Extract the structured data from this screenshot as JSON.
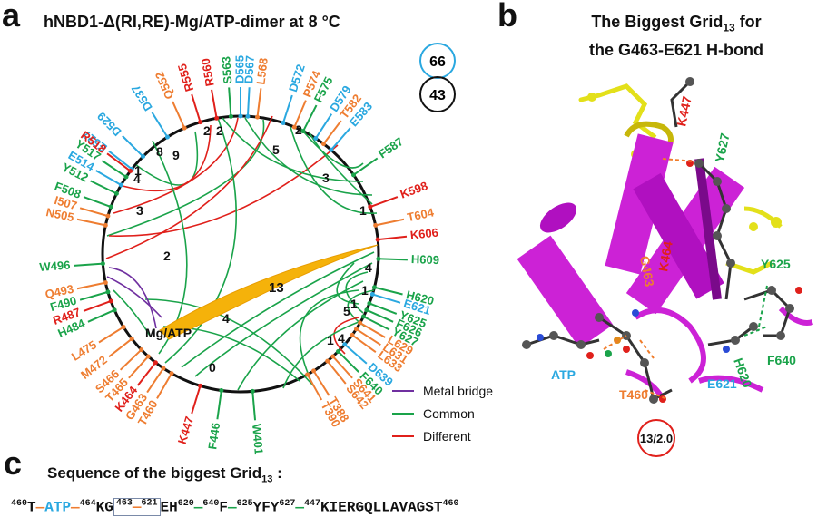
{
  "panel_a": {
    "letter": "a",
    "title": "hNBD1-Δ(RI,RE)-Mg/ATP-dimer at 8 °C",
    "count_top": "66",
    "count_bottom": "43",
    "center_label": "Mg/ATP",
    "legend": [
      {
        "label": "Metal bridge",
        "color": "#7030a0"
      },
      {
        "label": "Common",
        "color": "#1aa34a"
      },
      {
        "label": "Different",
        "color": "#e0201b"
      }
    ],
    "grid_numbers": [
      "2",
      "2",
      "8",
      "9",
      "5",
      "2",
      "3",
      "1",
      "1",
      "4",
      "3",
      "2",
      "13",
      "4",
      "0",
      "1",
      "5",
      "1",
      "4",
      "4",
      "1"
    ],
    "residues": [
      {
        "label": "E527",
        "color": "#2aa8e0"
      },
      {
        "label": "D529",
        "color": "#2aa8e0"
      },
      {
        "label": "D537",
        "color": "#2aa8e0"
      },
      {
        "label": "Q552",
        "color": "#ee7d31"
      },
      {
        "label": "R555",
        "color": "#e0201b"
      },
      {
        "label": "R560",
        "color": "#e0201b"
      },
      {
        "label": "S563",
        "color": "#1aa34a"
      },
      {
        "label": "D565",
        "color": "#2aa8e0"
      },
      {
        "label": "D567",
        "color": "#2aa8e0"
      },
      {
        "label": "L568",
        "color": "#ee7d31"
      },
      {
        "label": "D572",
        "color": "#2aa8e0"
      },
      {
        "label": "P574",
        "color": "#ee7d31"
      },
      {
        "label": "F575",
        "color": "#1aa34a"
      },
      {
        "label": "D579",
        "color": "#2aa8e0"
      },
      {
        "label": "T582",
        "color": "#ee7d31"
      },
      {
        "label": "E583",
        "color": "#2aa8e0"
      },
      {
        "label": "F587",
        "color": "#1aa34a"
      },
      {
        "label": "K598",
        "color": "#e0201b"
      },
      {
        "label": "T604",
        "color": "#ee7d31"
      },
      {
        "label": "K606",
        "color": "#e0201b"
      },
      {
        "label": "H609",
        "color": "#1aa34a"
      },
      {
        "label": "H620",
        "color": "#1aa34a"
      },
      {
        "label": "E621",
        "color": "#2aa8e0"
      },
      {
        "label": "Y625",
        "color": "#1aa34a"
      },
      {
        "label": "F626",
        "color": "#1aa34a"
      },
      {
        "label": "Y627",
        "color": "#1aa34a"
      },
      {
        "label": "L629",
        "color": "#ee7d31"
      },
      {
        "label": "L631",
        "color": "#ee7d31"
      },
      {
        "label": "L633",
        "color": "#ee7d31"
      },
      {
        "label": "D639",
        "color": "#2aa8e0"
      },
      {
        "label": "F640",
        "color": "#1aa34a"
      },
      {
        "label": "S641",
        "color": "#ee7d31"
      },
      {
        "label": "S642",
        "color": "#ee7d31"
      },
      {
        "label": "T388",
        "color": "#ee7d31"
      },
      {
        "label": "T390",
        "color": "#ee7d31"
      },
      {
        "label": "W401",
        "color": "#1aa34a"
      },
      {
        "label": "F446",
        "color": "#1aa34a"
      },
      {
        "label": "K447",
        "color": "#e0201b"
      },
      {
        "label": "T460",
        "color": "#ee7d31"
      },
      {
        "label": "G463",
        "color": "#ee7d31"
      },
      {
        "label": "K464",
        "color": "#e0201b"
      },
      {
        "label": "T465",
        "color": "#ee7d31"
      },
      {
        "label": "S466",
        "color": "#ee7d31"
      },
      {
        "label": "M472",
        "color": "#ee7d31"
      },
      {
        "label": "L475",
        "color": "#ee7d31"
      },
      {
        "label": "H484",
        "color": "#1aa34a"
      },
      {
        "label": "R487",
        "color": "#e0201b"
      },
      {
        "label": "F490",
        "color": "#1aa34a"
      },
      {
        "label": "Q493",
        "color": "#ee7d31"
      },
      {
        "label": "W496",
        "color": "#1aa34a"
      },
      {
        "label": "N505",
        "color": "#ee7d31"
      },
      {
        "label": "I507",
        "color": "#ee7d31"
      },
      {
        "label": "F508",
        "color": "#1aa34a"
      },
      {
        "label": "Y512",
        "color": "#1aa34a"
      },
      {
        "label": "E514",
        "color": "#2aa8e0"
      },
      {
        "label": "Y517",
        "color": "#1aa34a"
      },
      {
        "label": "R518",
        "color": "#e0201b"
      }
    ]
  },
  "panel_b": {
    "letter": "b",
    "title_line1": "The Biggest Grid",
    "title_sub": "13",
    "title_rest": " for",
    "title_line2": "the G463-E621 H-bond",
    "labels": [
      {
        "text": "K447",
        "color": "#e0201b"
      },
      {
        "text": "Y627",
        "color": "#1aa34a"
      },
      {
        "text": "G463",
        "color": "#ee7d31"
      },
      {
        "text": "K464",
        "color": "#e0201b"
      },
      {
        "text": "Y625",
        "color": "#1aa34a"
      },
      {
        "text": "ATP",
        "color": "#2aa8e0"
      },
      {
        "text": "F640",
        "color": "#1aa34a"
      },
      {
        "text": "E621",
        "color": "#2aa8e0"
      },
      {
        "text": "H620",
        "color": "#1aa34a"
      },
      {
        "text": "T460",
        "color": "#ee7d31"
      }
    ],
    "badge": "13/2.0"
  },
  "panel_c": {
    "letter": "c",
    "title": "Sequence of the biggest Grid",
    "title_sub": "13",
    "title_colon": " :",
    "seq": {
      "n460a": "460",
      "t": "T",
      "atp": "ATP",
      "n464": "464",
      "kg": "KG",
      "n463": "463",
      "n621": "621",
      "eh": "EH",
      "n620": "620",
      "n640": "640",
      "f": "F",
      "n625": "625",
      "yfy": "YFY",
      "n627": "627",
      "n447": "447",
      "tail": "KIERGQLLAVAGST",
      "n460b": "460"
    }
  }
}
